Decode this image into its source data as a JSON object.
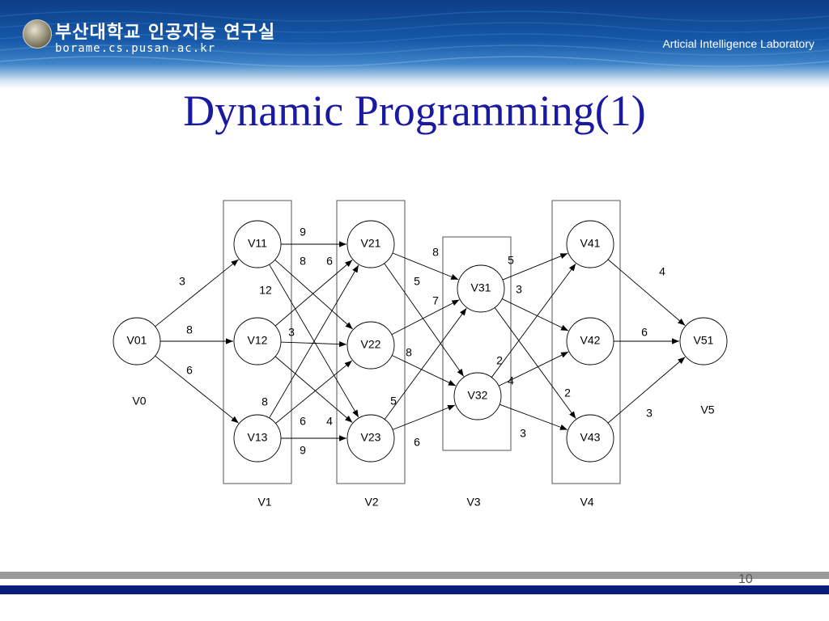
{
  "header": {
    "org_name": "부산대학교 인공지능 연구실",
    "org_url": "borame.cs.pusan.ac.kr",
    "lab_name": "Articial Intelligence Laboratory",
    "seal_icon": "university-seal-icon"
  },
  "slide": {
    "title": "Dynamic Programming(1)",
    "page_number": "10"
  },
  "colors": {
    "title": "#1a1aa0",
    "banner": "#1658a8",
    "footer_blue": "#0b1e7a",
    "footer_gray": "#9a9a9a"
  },
  "graph": {
    "nodes": [
      "V01",
      "V11",
      "V12",
      "V13",
      "V21",
      "V22",
      "V23",
      "V31",
      "V32",
      "V41",
      "V42",
      "V43",
      "V51"
    ],
    "stage_labels": [
      "V0",
      "V1",
      "V2",
      "V3",
      "V4",
      "V5"
    ],
    "edges": [
      {
        "from": "V01",
        "to": "V11",
        "weight": "3"
      },
      {
        "from": "V01",
        "to": "V12",
        "weight": "8"
      },
      {
        "from": "V01",
        "to": "V13",
        "weight": "6"
      },
      {
        "from": "V11",
        "to": "V21",
        "weight": "9"
      },
      {
        "from": "V11",
        "to": "V22",
        "weight": "8"
      },
      {
        "from": "V11",
        "to": "V23",
        "weight": "12"
      },
      {
        "from": "V12",
        "to": "V21",
        "weight": "6"
      },
      {
        "from": "V12",
        "to": "V22",
        "weight": "3"
      },
      {
        "from": "V12",
        "to": "V23",
        "weight": "8"
      },
      {
        "from": "V13",
        "to": "V21",
        "weight": "6"
      },
      {
        "from": "V13",
        "to": "V22",
        "weight": "4"
      },
      {
        "from": "V13",
        "to": "V23",
        "weight": "9"
      },
      {
        "from": "V21",
        "to": "V31",
        "weight": "8"
      },
      {
        "from": "V21",
        "to": "V32",
        "weight": "5"
      },
      {
        "from": "V22",
        "to": "V31",
        "weight": "7"
      },
      {
        "from": "V22",
        "to": "V32",
        "weight": "8"
      },
      {
        "from": "V23",
        "to": "V31",
        "weight": "5"
      },
      {
        "from": "V23",
        "to": "V32",
        "weight": "6"
      },
      {
        "from": "V31",
        "to": "V41",
        "weight": "5"
      },
      {
        "from": "V31",
        "to": "V42",
        "weight": "3"
      },
      {
        "from": "V31",
        "to": "V43",
        "weight": "2"
      },
      {
        "from": "V32",
        "to": "V41",
        "weight": "2"
      },
      {
        "from": "V32",
        "to": "V42",
        "weight": "4"
      },
      {
        "from": "V32",
        "to": "V43",
        "weight": "3"
      },
      {
        "from": "V41",
        "to": "V51",
        "weight": "4"
      },
      {
        "from": "V42",
        "to": "V51",
        "weight": "6"
      },
      {
        "from": "V43",
        "to": "V51",
        "weight": "3"
      }
    ]
  }
}
